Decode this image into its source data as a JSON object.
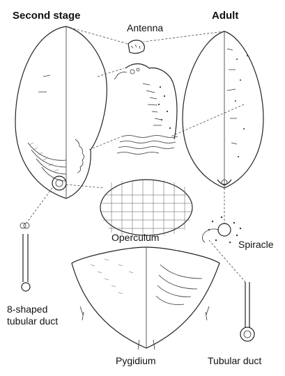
{
  "labels": {
    "second_stage": "Second stage",
    "adult": "Adult",
    "antenna": "Antenna",
    "operculum": "Operculum",
    "spiracle": "Spiracle",
    "eight_shaped_duct": "8-shaped\ntubular duct",
    "pygidium": "Pygidium",
    "tubular_duct": "Tubular duct"
  },
  "colors": {
    "ink": "#222222",
    "background": "#ffffff"
  }
}
